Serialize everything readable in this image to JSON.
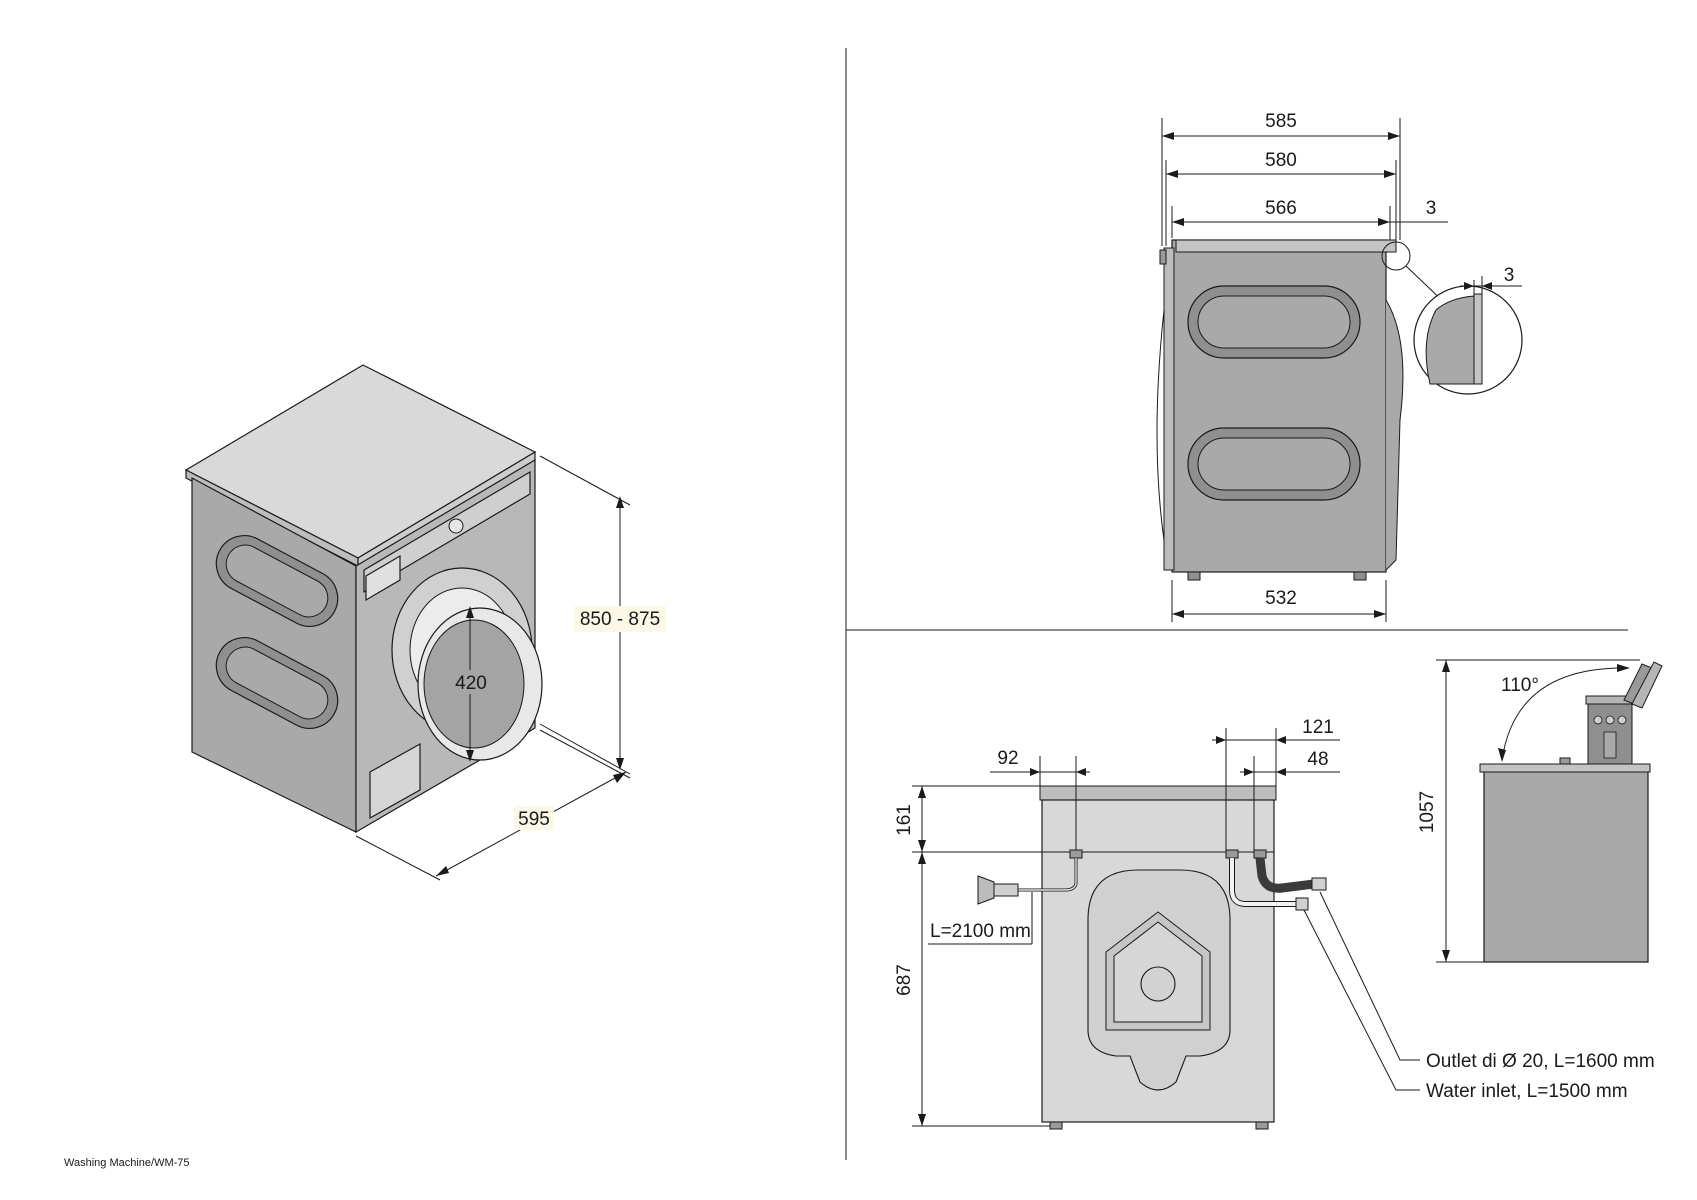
{
  "footer": {
    "caption": "Washing Machine/WM-75"
  },
  "colors": {
    "line": "#1a1a1a",
    "body_side": "#a9a9a9",
    "body_front": "#b8b8b8",
    "body_top": "#d9d9d9",
    "body_light": "#cfcfcf",
    "body_dark": "#8f8f8f",
    "label_bg": "#fbf8e6"
  },
  "isometric_view": {
    "height_range": "850 - 875",
    "depth": "595",
    "door_diameter": "420"
  },
  "side_view": {
    "width_overall": "585",
    "width_top": "580",
    "width_body": "566",
    "top_overhang": "3",
    "detail_gap": "3",
    "feet_span": "532"
  },
  "rear_view": {
    "inlet_offset": "92",
    "top_panel_height": "161",
    "outlet_height": "687",
    "outlet_spacing": "121",
    "inlet_spacing": "48",
    "power_cord": "L=2100 mm",
    "outlet_hose": "Outlet di Ø 20, L=1600 mm",
    "water_inlet": "Water inlet, L=1500 mm"
  },
  "lid_view": {
    "opening_angle": "110°",
    "open_height": "1057"
  }
}
